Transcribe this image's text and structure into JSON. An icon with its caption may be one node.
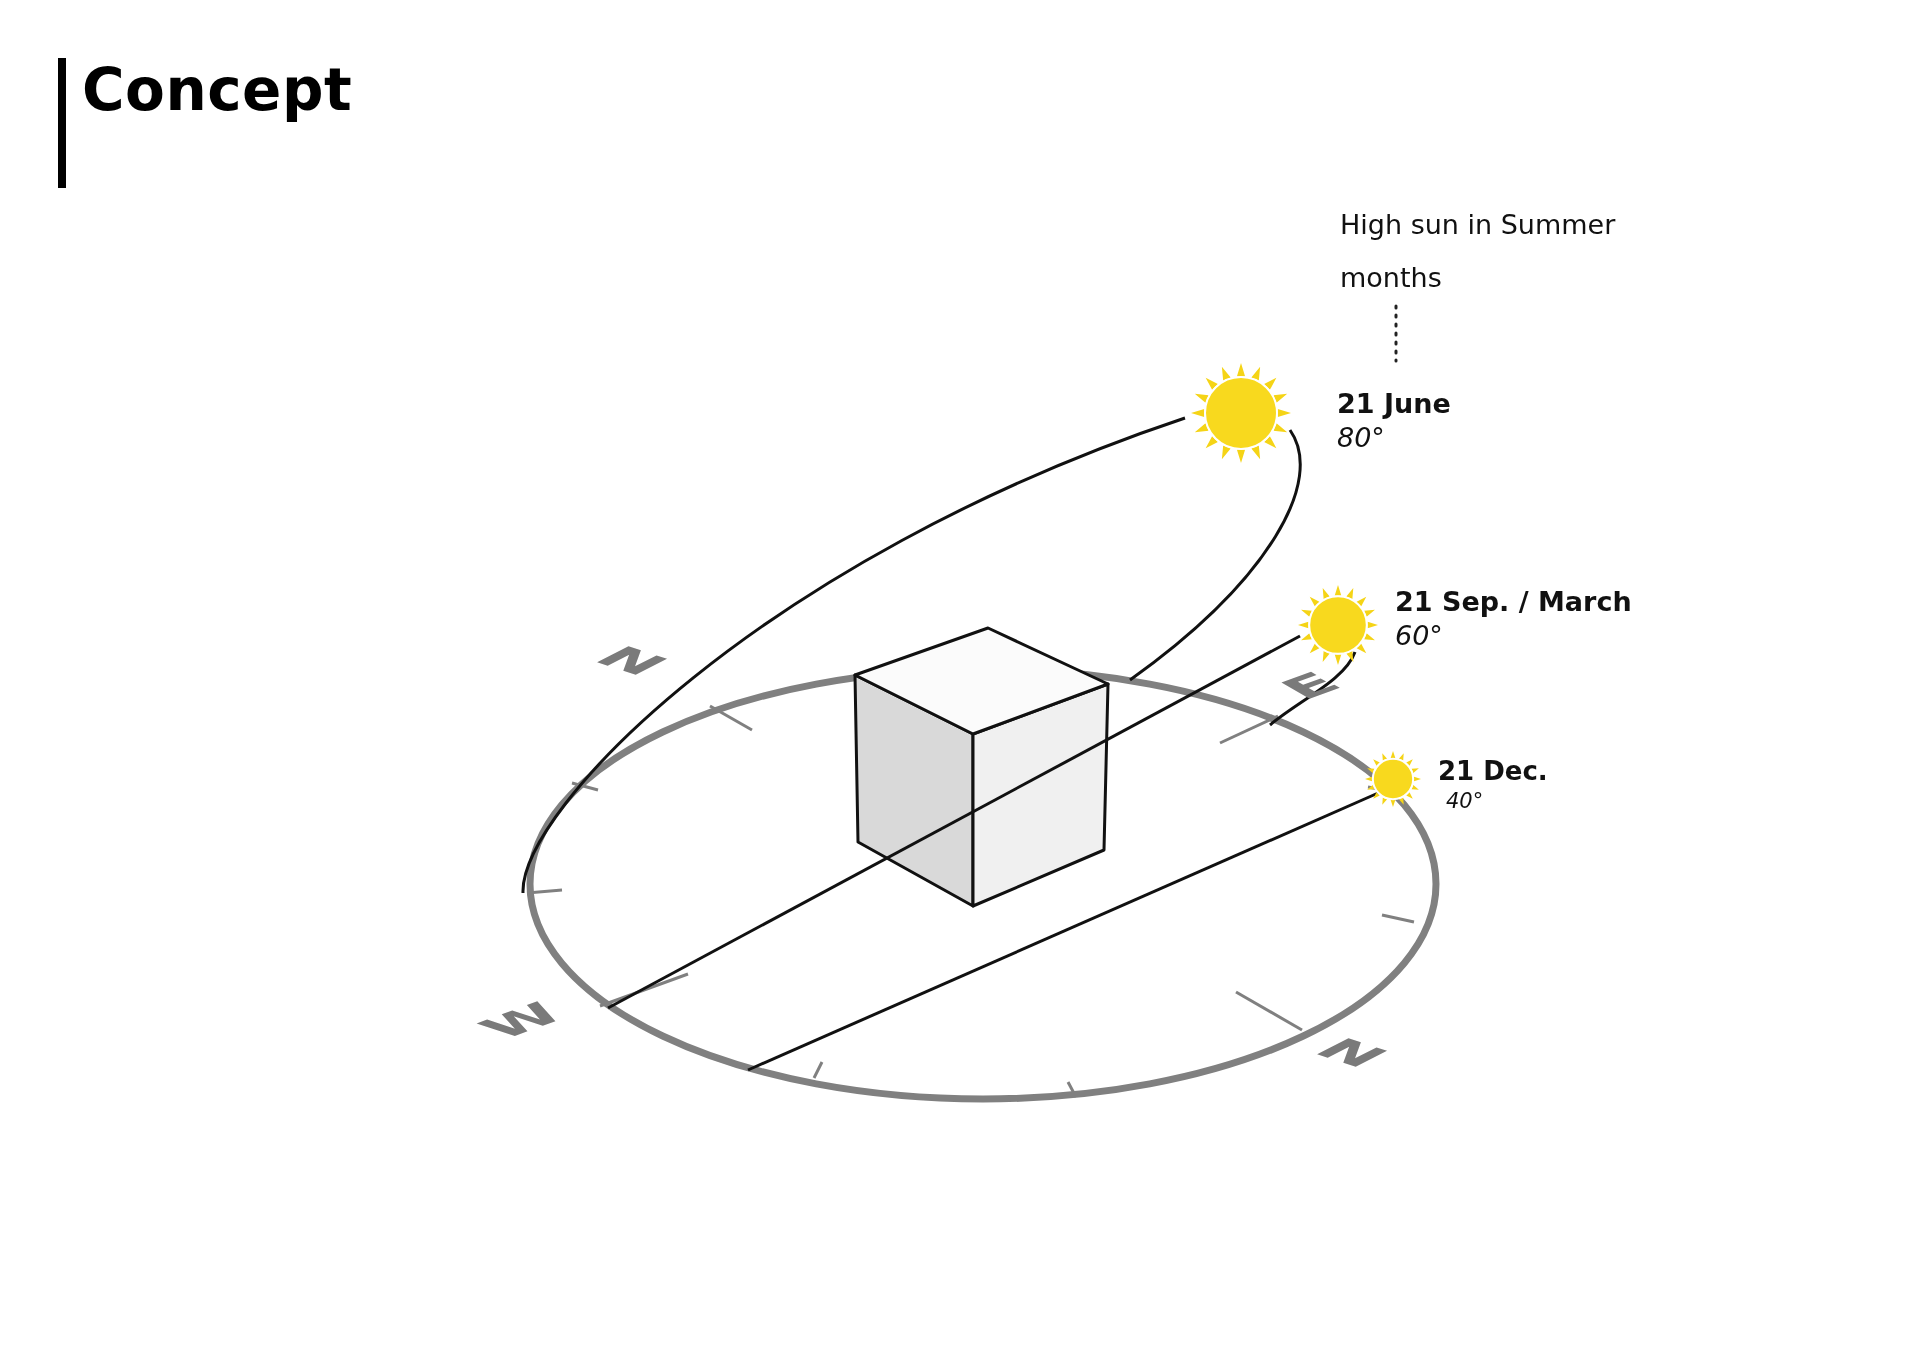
{
  "diagram": {
    "title": "Concept",
    "nodes": [
      {
        "text": [
          "High sun in Summer months"
        ]
      },
      {
        "text": [
          "21 June",
          "80°"
        ]
      },
      {
        "text": [
          "21 Sep. / March",
          "60°"
        ]
      },
      {
        "text": [
          "21 Dec.",
          "40°"
        ]
      }
    ],
    "edges": [
      {
        "from": 0,
        "to": 1,
        "arrow": "none",
        "style": "dashed"
      }
    ],
    "labels": [
      "N",
      "E",
      "W",
      "N"
    ]
  }
}
